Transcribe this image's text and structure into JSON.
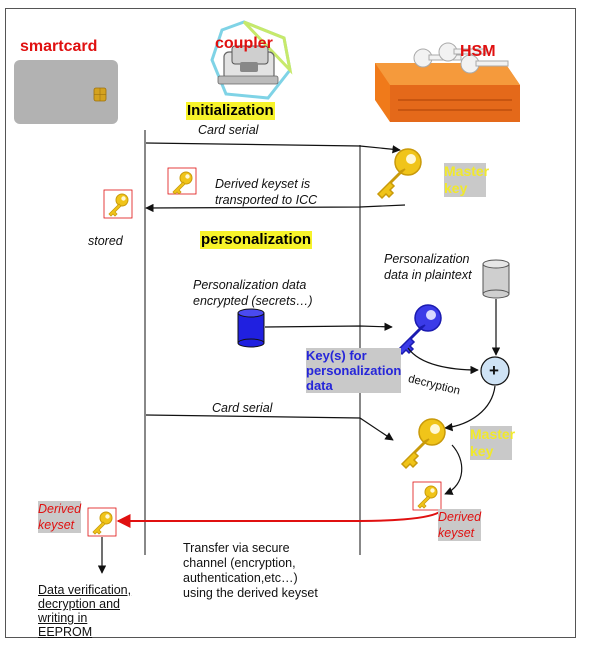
{
  "actors": {
    "smartcard": "smartcard",
    "coupler": "coupler",
    "hsm": "HSM"
  },
  "phases": {
    "initialization": "Initialization",
    "personalization": "personalization"
  },
  "labels": {
    "card_serial_1": "Card serial",
    "derived_keyset_transport": "Derived keyset is\ntransported to ICC",
    "master_key_1": "Master\nkey",
    "stored": "stored",
    "perso_plaintext": "Personalization\ndata in plaintext",
    "perso_encrypted": "Personalization data\nencrypted (secrets…)",
    "keys_for_perso": "Key(s) for\npersonalization\ndata",
    "decryption": "decryption",
    "plus": "+",
    "card_serial_2": "Card serial",
    "master_key_2": "Master\nkey",
    "derived_keyset_hsm": "Derived\nkeyset",
    "derived_keyset_card": "Derived\nkeyset",
    "transfer": "Transfer via secure\nchannel (encryption,\nauthentication,etc…)\nusing the derived keyset",
    "data_verification": "Data verification,\ndecryption and\nwriting in\nEEPROM"
  },
  "colors": {
    "red": "#e01010",
    "yellow_highlight": "#f7f32a",
    "key_gold": "#f0c419",
    "blue": "#2626d9",
    "hsm_orange": "#f07a1a"
  },
  "icons": [
    "smartcard-icon",
    "coupler-icon",
    "hsm-icon",
    "key-icon",
    "database-icon",
    "plus-circle-icon"
  ]
}
